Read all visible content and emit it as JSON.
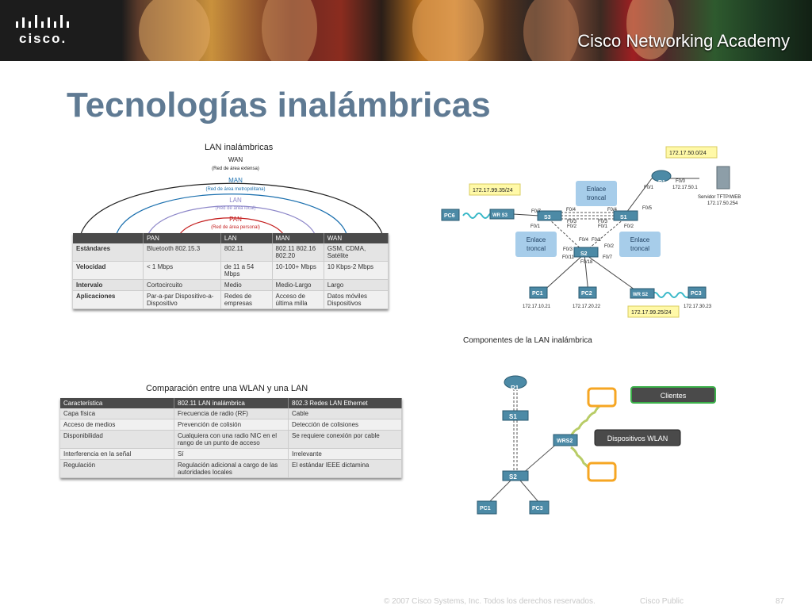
{
  "header": {
    "logo_text": "cisco.",
    "academy": "Cisco Networking Academy"
  },
  "slide": {
    "title": "Tecnologías inalámbricas"
  },
  "lan_panel": {
    "title": "LAN inalámbricas",
    "arcs": [
      {
        "name": "WAN",
        "sub": "(Red de área extensa)",
        "color": "#222222"
      },
      {
        "name": "MAN",
        "sub": "(Red de área metropolitana)",
        "color": "#1a6fae"
      },
      {
        "name": "LAN",
        "sub": "(Red de área local)",
        "color": "#8c86c8"
      },
      {
        "name": "PAN",
        "sub": "(Red de área personal)",
        "color": "#c41e1e"
      }
    ],
    "headers": [
      "",
      "PAN",
      "LAN",
      "MAN",
      "WAN"
    ],
    "rows": [
      [
        "Estándares",
        "Bluetooth 802.15.3",
        "802.11",
        "802.11 802.16 802.20",
        "GSM, CDMA, Satélite"
      ],
      [
        "Velocidad",
        "< 1 Mbps",
        "de 11 a 54 Mbps",
        "10-100+ Mbps",
        "10 Kbps-2 Mbps"
      ],
      [
        "Intervalo",
        "Cortocircuito",
        "Medio",
        "Medio-Largo",
        "Largo"
      ],
      [
        "Aplicaciones",
        "Par-a-par Dispositivo-a-Dispositivo",
        "Redes de empresas",
        "Acceso de última milla",
        "Datos móviles Dispositivos"
      ]
    ]
  },
  "comparison": {
    "title": "Comparación entre una WLAN y una LAN",
    "headers": [
      "Característica",
      "802.11 LAN inalámbrica",
      "802.3 Redes LAN Ethernet"
    ],
    "rows": [
      [
        "Capa física",
        "Frecuencia de radio (RF)",
        "Cable"
      ],
      [
        "Acceso de medios",
        "Prevención de colisión",
        "Detección de colisiones"
      ],
      [
        "Disponibilidad",
        "Cualquiera con una radio NIC en el rango de un punto de acceso",
        "Se requiere conexión por cable"
      ],
      [
        "Interferencia en la señal",
        "Sí",
        "Irrelevante"
      ],
      [
        "Regulación",
        "Regulación adicional a cargo de las autoridades locales",
        "El estándar IEEE dictamina"
      ]
    ]
  },
  "topology": {
    "subnet_top": "172.17.50.0/24",
    "subnet_left": "172.17.99.35/24",
    "subnet_bottom": "172.17.99.25/24",
    "router": "R1",
    "server_label": "Servidor TFTP/WEB",
    "server_ip": "172.17.50.254",
    "r1_if1": "F0/0",
    "r1_ip": "172.17.50.1",
    "r1_if2": "F0/1",
    "trunk": "Enlace troncal",
    "trunk_word1": "Enlace",
    "trunk_word2": "troncal",
    "switches": [
      "S1",
      "S2",
      "S3"
    ],
    "wr_left": "WR S3",
    "wr_right": "WR S2",
    "pcs": [
      {
        "name": "PC6",
        "ip": ""
      },
      {
        "name": "PC1",
        "ip": "172.17.10.21"
      },
      {
        "name": "PC2",
        "ip": "172.17.20.22"
      },
      {
        "name": "PC3",
        "ip": "172.17.30.23"
      }
    ],
    "ports": {
      "s3_f07": "F0/7",
      "s3_f01": "F0/1",
      "s3_f02": "F0/2",
      "s3_f04": "F0/4",
      "s3_f03": "F0/3",
      "s1_f04": "F0/4",
      "s1_f05": "F0/5",
      "s1_f03": "F0/3",
      "s1_f01": "F0/1",
      "s1_f02": "F0/2",
      "s2_f04": "F0/4",
      "s2_f01": "F0/1",
      "s2_f03": "F0/3",
      "s2_f02": "F0/2",
      "s2_f11": "F0/11",
      "s2_f18": "F0/18",
      "s2_f07": "F0/7"
    }
  },
  "components": {
    "title": "Componentes de la LAN inalámbrica",
    "router": "R1",
    "s1": "S1",
    "s2": "S2",
    "wrs": "WRS2",
    "pc1": "PC1",
    "pc3": "PC3",
    "clients": "Clientes",
    "wlan_devices": "Dispositivos WLAN"
  },
  "footer": {
    "copyright": "© 2007 Cisco Systems, Inc. Todos los derechos reservados.",
    "classification": "Cisco Public",
    "page": "87"
  },
  "colors": {
    "title": "#5f7a93",
    "trunk_box": "#a7cdea",
    "note_yellow": "#fff9a8",
    "wireless": "#38b8c8",
    "client_glow": "#f6a623"
  }
}
